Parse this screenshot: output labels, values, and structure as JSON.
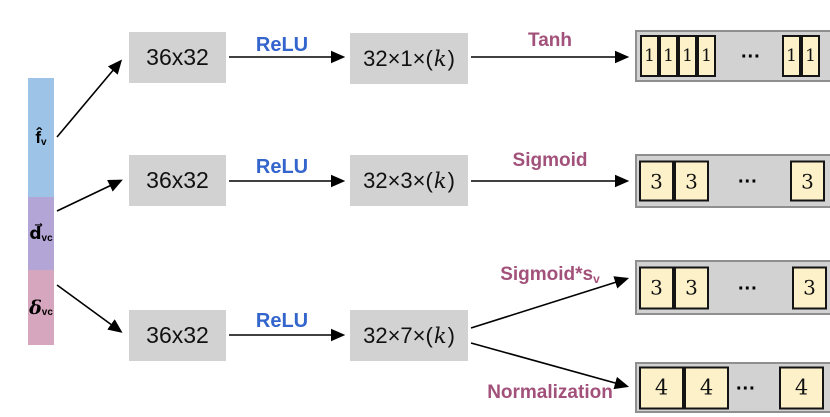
{
  "input_bar": {
    "segments": [
      {
        "main": "f̂",
        "sub": "v",
        "color": "#9dc3e6"
      },
      {
        "main": "d⃗",
        "sub": "vc",
        "color": "#b3a6d6"
      },
      {
        "main": "δ",
        "sub": "vc",
        "color": "#d5a6bd"
      }
    ]
  },
  "branches": [
    {
      "fc_label": "36x32",
      "relu_label": "ReLU",
      "head_prefix": "32×1×(",
      "head_k": "k",
      "head_suffix": ")"
    },
    {
      "fc_label": "36x32",
      "relu_label": "ReLU",
      "head_prefix": "32×3×(",
      "head_k": "k",
      "head_suffix": ")"
    },
    {
      "fc_label": "36x32",
      "relu_label": "ReLU",
      "head_prefix": "32×7×(",
      "head_k": "k",
      "head_suffix": ")"
    }
  ],
  "outputs": [
    {
      "activation": "Tanh",
      "activation_sub": "",
      "cells_left": [
        "1",
        "1",
        "1",
        "1"
      ],
      "ellipsis": "...",
      "cells_right": [
        "1",
        "1"
      ]
    },
    {
      "activation": "Sigmoid",
      "activation_sub": "",
      "cells_left": [
        "3",
        "3"
      ],
      "ellipsis": "...",
      "cells_right": [
        "3"
      ]
    },
    {
      "activation": "Sigmoid*s",
      "activation_sub": "v",
      "cells_left": [
        "3",
        "3"
      ],
      "ellipsis": "...",
      "cells_right": [
        "3"
      ]
    },
    {
      "activation": "Normalization",
      "activation_sub": "",
      "cells_left": [
        "4",
        "4"
      ],
      "ellipsis": "...",
      "cells_right": [
        "4"
      ]
    }
  ],
  "colors": {
    "relu_text": "#3365cc",
    "activation_text": "#a2517a",
    "box_fill": "#d2d2d2",
    "bar_border": "#8f8f8f",
    "cell_fill": "#fdf1c9",
    "cell_border": "#141414",
    "segment_blue": "#9dc3e6",
    "segment_purple": "#b3a6d6",
    "segment_pink": "#d5a6bd"
  }
}
